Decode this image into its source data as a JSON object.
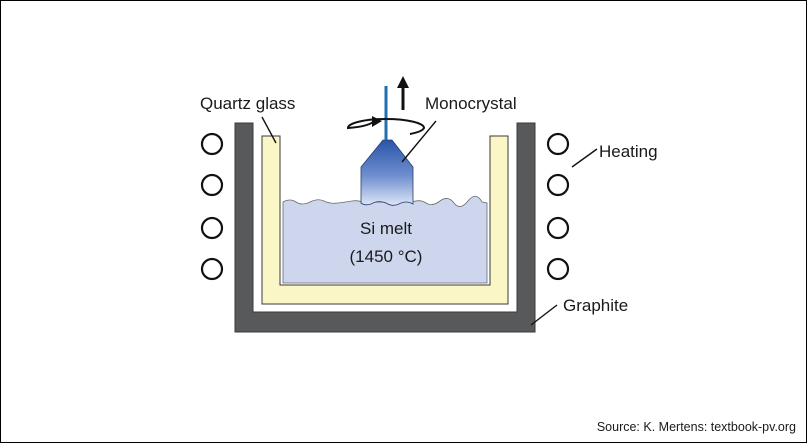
{
  "diagram": {
    "labels": {
      "quartz_glass": "Quartz glass",
      "monocrystal": "Monocrystal",
      "heating": "Heating",
      "graphite": "Graphite",
      "melt_name": "Si melt",
      "melt_temp": "(1450 °C)"
    },
    "source": "Source: K. Mertens: textbook-pv.org",
    "colors": {
      "graphite": "#58595b",
      "quartz": "#fbf6c6",
      "melt": "#cdd6ec",
      "crystal_top": "#2a55a8",
      "crystal_bottom": "#dde6f5",
      "seed_rod": "#1f6fb0"
    }
  }
}
